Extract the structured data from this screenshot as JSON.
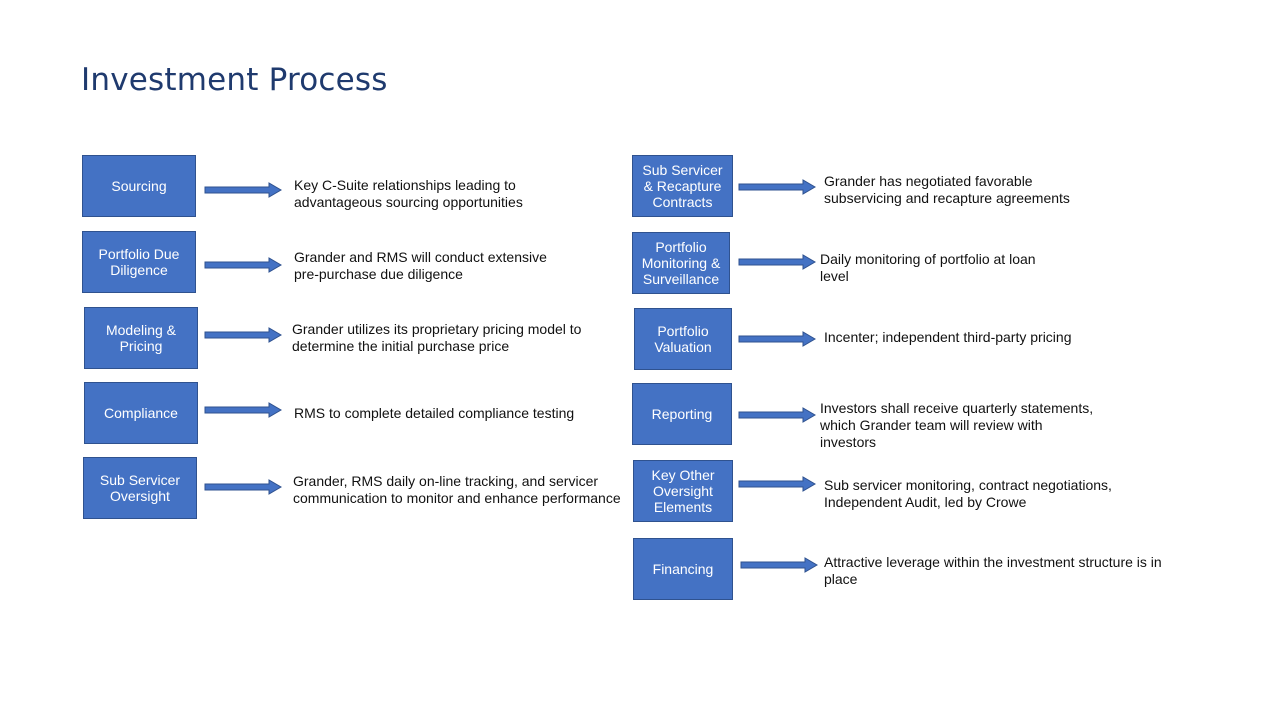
{
  "title": "Investment Process",
  "colors": {
    "box_fill": "#4472c4",
    "box_border": "#2f528f",
    "title": "#1f3a6e",
    "arrow": "#4472c4"
  },
  "left": [
    {
      "label": "Sourcing",
      "description": "Key C-Suite relationships leading to\nadvantageous sourcing opportunities"
    },
    {
      "label": "Portfolio Due\nDiligence",
      "description": "Grander and RMS will conduct extensive\npre-purchase due diligence"
    },
    {
      "label": "Modeling &\nPricing",
      "description": "Grander utilizes its proprietary pricing model to\ndetermine the initial purchase price"
    },
    {
      "label": "Compliance",
      "description": "RMS to complete detailed compliance testing"
    },
    {
      "label": "Sub Servicer\nOversight",
      "description": "Grander, RMS daily on-line tracking, and servicer\ncommunication to monitor and enhance performance"
    }
  ],
  "right": [
    {
      "label": "Sub Servicer\n& Recapture\nContracts",
      "description": "Grander has negotiated favorable\nsubservicing and recapture agreements"
    },
    {
      "label": "Portfolio\nMonitoring &\nSurveillance",
      "description": "Daily monitoring of portfolio at loan\nlevel"
    },
    {
      "label": "Portfolio\nValuation",
      "description": "Incenter; independent third-party pricing"
    },
    {
      "label": "Reporting",
      "description": "Investors shall receive quarterly statements,\nwhich Grander team will review with\ninvestors"
    },
    {
      "label": "Key Other\nOversight\nElements",
      "description": "Sub servicer monitoring, contract negotiations,\nIndependent Audit, led by Crowe"
    },
    {
      "label": "Financing",
      "description": "Attractive  leverage within the investment structure is in\nplace"
    }
  ]
}
